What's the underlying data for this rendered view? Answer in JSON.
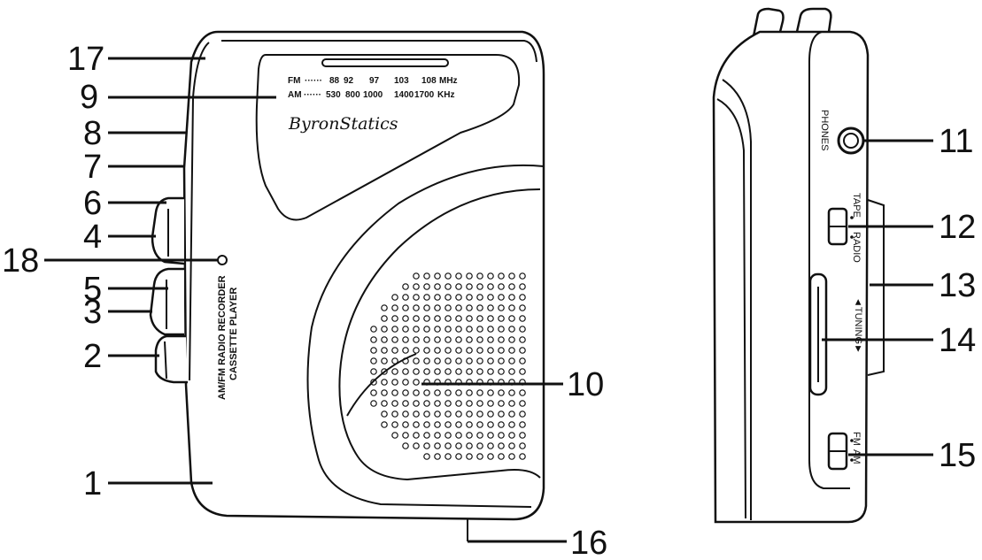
{
  "device": {
    "brand": "ByronStatics",
    "side_text_line1": "AM/FM RADIO RECORDER",
    "side_text_line2": "CASSETTE PLAYER"
  },
  "dial": {
    "fm_row": {
      "band": "FM",
      "values": [
        "88",
        "92",
        "97",
        "103",
        "108"
      ],
      "unit": "MHz"
    },
    "am_row": {
      "band": "AM",
      "values": [
        "530",
        "800",
        "1000",
        "1400",
        "1700"
      ],
      "unit": "KHz"
    }
  },
  "side_labels": {
    "phones": "PHONES",
    "tape": "TAPE",
    "radio": "RADIO",
    "tuning": "◄TUNING►",
    "fm": "FM",
    "am": "AM"
  },
  "callouts": [
    "1",
    "2",
    "3",
    "4",
    "5",
    "6",
    "7",
    "8",
    "9",
    "10",
    "11",
    "12",
    "13",
    "14",
    "15",
    "16",
    "17",
    "18"
  ]
}
